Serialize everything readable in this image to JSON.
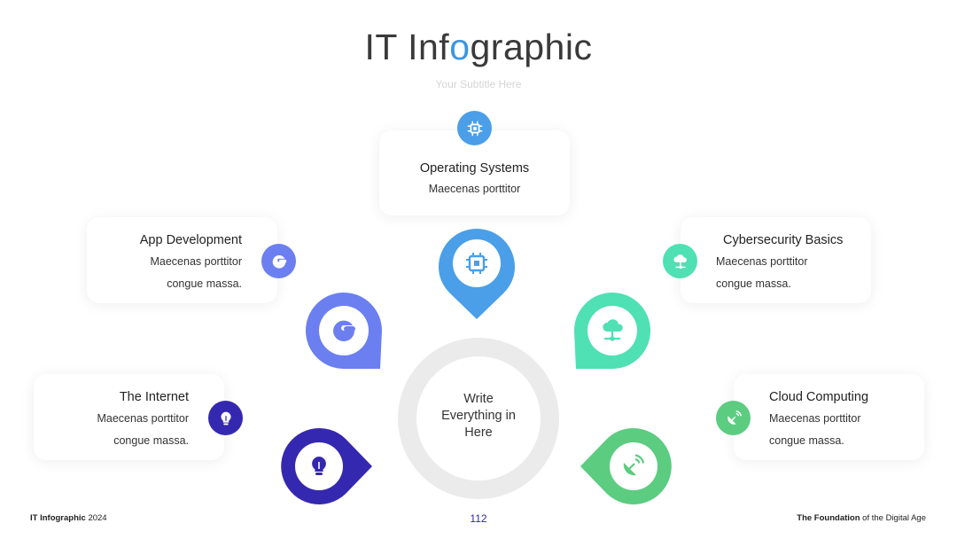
{
  "header": {
    "title_part1": "IT Inf",
    "title_accent": "o",
    "title_part2": "graphic",
    "subtitle": "Your Subtitle Here"
  },
  "center": {
    "line1": "Write",
    "line2": "Everything in",
    "line3": "Here"
  },
  "cards": {
    "operating_systems": {
      "title": "Operating Systems",
      "line1": "Maecenas porttitor",
      "color": "#4a9fe8",
      "icon": "chip-icon"
    },
    "app_development": {
      "title": "App Development",
      "line1": "Maecenas porttitor",
      "line2": "congue massa.",
      "color": "#6b7ff0",
      "icon": "vr-headset-icon"
    },
    "cybersecurity": {
      "title": "Cybersecurity Basics",
      "line1": "Maecenas porttitor",
      "line2": "congue massa.",
      "color": "#4fe0b4",
      "icon": "cloud-network-icon"
    },
    "internet": {
      "title": "The Internet",
      "line1": "Maecenas porttitor",
      "line2": "congue massa.",
      "color": "#3528b0",
      "icon": "lightbulb-icon"
    },
    "cloud_computing": {
      "title": "Cloud Computing",
      "line1": "Maecenas porttitor",
      "line2": "congue massa.",
      "color": "#5ccc80",
      "icon": "satellite-dish-icon"
    }
  },
  "footer": {
    "left_bold": "IT Infographic",
    "left_text": " 2024",
    "page_number": "112",
    "right_bold": "The Foundation",
    "right_text": " of the Digital Age"
  }
}
